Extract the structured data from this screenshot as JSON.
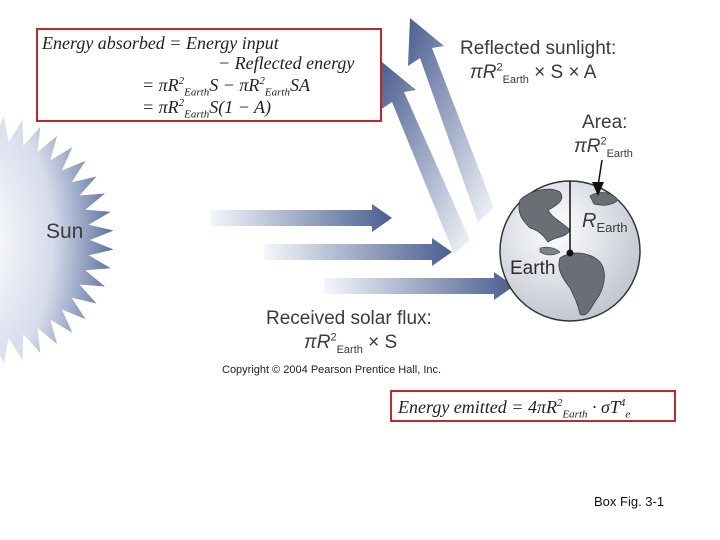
{
  "colors": {
    "box_border": "#c0282d",
    "sun_edge": "#5b6f9e",
    "sun_center": "#ffffff",
    "arrow_dark": "#4a5f8f",
    "arrow_light": "#f2f4fa"
  },
  "energy_balance_box": {
    "line1": "Energy absorbed = Energy input",
    "line2": "− Reflected energy",
    "line3_prefix": "= πR",
    "line3_sup1": "2",
    "line3_sub1": "Earth",
    "line3_mid": "S − πR",
    "line3_sup2": "2",
    "line3_sub2": "Earth",
    "line3_suffix": "SA",
    "line4_prefix": "= πR",
    "line4_sup": "2",
    "line4_sub": "Earth",
    "line4_suffix": "S(1 − A)"
  },
  "labels": {
    "sun": "Sun",
    "earth": "Earth",
    "reflected_title": "Reflected sunlight:",
    "reflected_pi": "πR",
    "reflected_sup": "2",
    "reflected_sub": "Earth",
    "reflected_suffix": "× S × A",
    "area_title": "Area:",
    "area_pi": "πR",
    "area_sup": "2",
    "area_sub": "Earth",
    "radius_r": "R",
    "radius_sub": "Earth",
    "received_title": "Received solar flux:",
    "received_pi": "πR",
    "received_sup": "2",
    "received_sub": "Earth",
    "received_suffix": "× S",
    "copyright": "Copyright © 2004 Pearson Prentice Hall, Inc."
  },
  "emitted_box": {
    "prefix": "Energy emitted = 4πR",
    "sup1": "2",
    "sub1": "Earth",
    "middle": " · σT",
    "sup2": "4",
    "sub2": "e"
  },
  "caption": "Box Fig. 3-1"
}
